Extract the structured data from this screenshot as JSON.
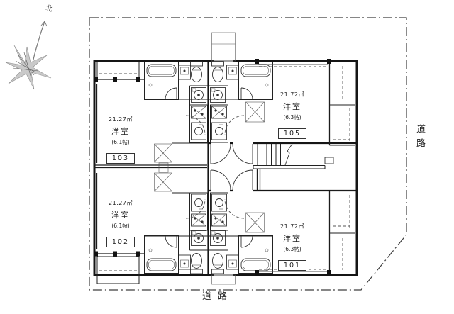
{
  "compass": {
    "north": "北"
  },
  "roads": {
    "east": "道路",
    "south": "道路"
  },
  "units": [
    {
      "number": "103",
      "area": "21.27㎡",
      "room": "洋室",
      "size": "(6.1帖)"
    },
    {
      "number": "105",
      "area": "21.72㎡",
      "room": "洋室",
      "size": "(6.3帖)"
    },
    {
      "number": "102",
      "area": "21.27㎡",
      "room": "洋室",
      "size": "(6.1帖)"
    },
    {
      "number": "101",
      "area": "21.72㎡",
      "room": "洋室",
      "size": "(6.3帖)"
    }
  ]
}
